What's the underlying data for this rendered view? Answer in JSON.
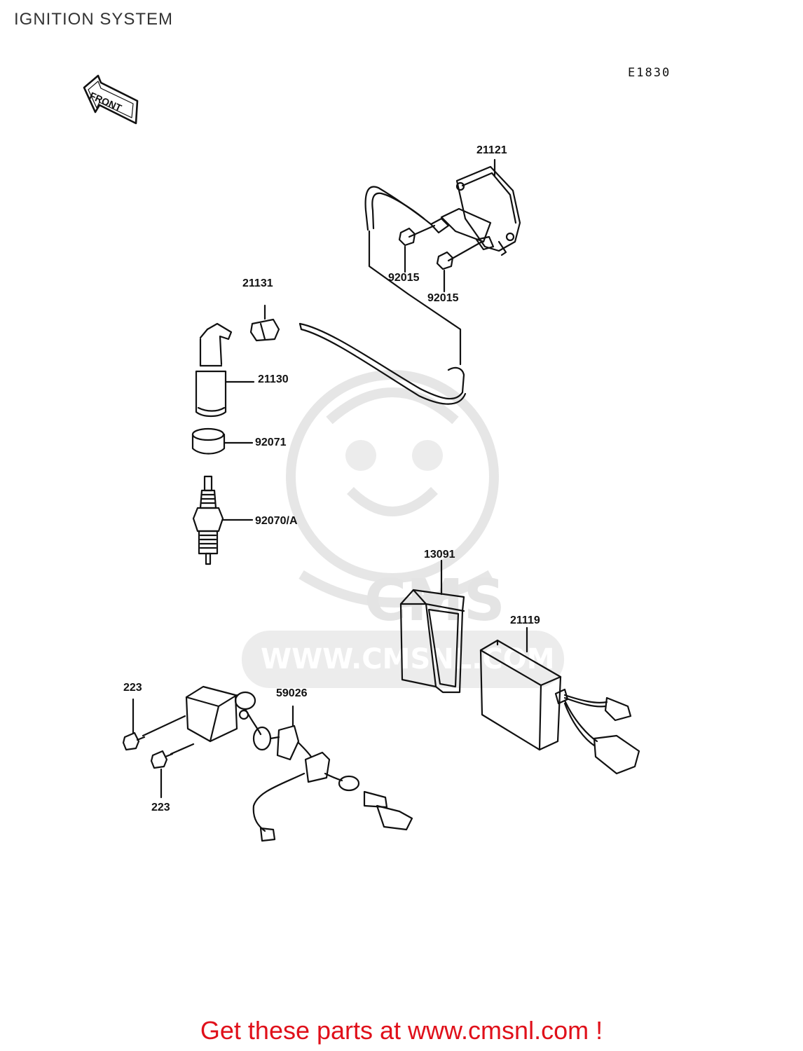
{
  "page": {
    "title": "IGNITION SYSTEM",
    "diagram_code": "E1830",
    "footer_cta": "Get these parts at www.cmsnl.com !"
  },
  "front_arrow": {
    "label": "FRONT",
    "icon": "front-arrow-icon"
  },
  "watermark": {
    "logo_text": "CMS",
    "url_text": "WWW.CMSNL.COM",
    "icon": "cms-mascot-icon"
  },
  "parts": {
    "ignition_coil": "21121",
    "nut_a": "92015",
    "nut_b": "92015",
    "cap_holder": "21131",
    "plug_cap": "21130",
    "seal": "92071",
    "spark_plug": "92070/A",
    "ignition_cover": "13091",
    "igniter": "21119",
    "bolt_a": "223",
    "bolt_b": "223",
    "pickup_harness": "59026"
  },
  "colors": {
    "line": "#111111",
    "watermark": "#e4e4e4",
    "cta": "#e0101a"
  }
}
